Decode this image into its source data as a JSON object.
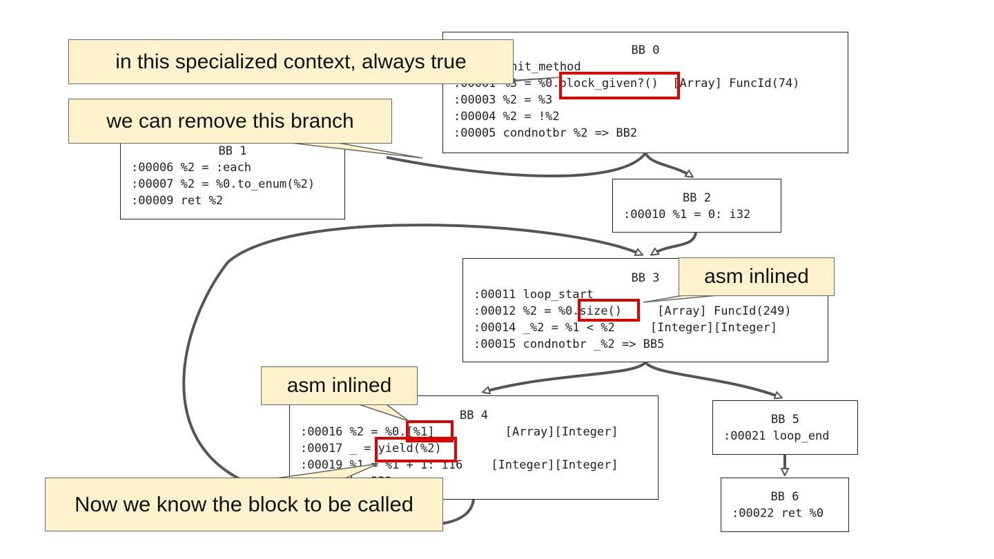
{
  "blocks": {
    "bb0": {
      "title": "BB 0",
      "lines": [
        "init_method",
        ":00001 %3 = %0.block_given?()  [Array] FuncId(74)",
        ":00003 %2 = %3",
        ":00004 %2 = !%2",
        ":00005 condnotbr %2 => BB2"
      ]
    },
    "bb1": {
      "title": "BB 1",
      "lines": [
        ":00006 %2 = :each",
        ":00007 %2 = %0.to_enum(%2)",
        ":00009 ret %2"
      ]
    },
    "bb2": {
      "title": "BB 2",
      "lines": [
        ":00010 %1 = 0: i32"
      ]
    },
    "bb3": {
      "title": "BB 3",
      "lines": [
        ":00011 loop_start",
        ":00012 %2 = %0.size()     [Array] FuncId(249)",
        ":00014 _%2 = %1 < %2     [Integer][Integer]",
        ":00015 condnotbr _%2 => BB5"
      ]
    },
    "bb4": {
      "title": "BB 4",
      "lines": [
        ":00016 %2 = %0.[%1]          [Array][Integer]",
        ":00017 _ = yield(%2)",
        ":00019 %1 = %1 + 1: i16    [Integer][Integer]",
        "       br BB3"
      ]
    },
    "bb5": {
      "title": "BB 5",
      "lines": [
        ":00021 loop_end"
      ]
    },
    "bb6": {
      "title": "BB 6",
      "lines": [
        ":00022 ret %0"
      ]
    }
  },
  "callouts": {
    "always_true": "in this specialized context, always true",
    "remove_branch": "we can remove this branch",
    "asm_inlined_size": "asm inlined",
    "asm_inlined_index": "asm inlined",
    "block_called": "Now we know the block to be called"
  },
  "colors": {
    "highlight": "#e00000",
    "callout_fill": "#fff2cc",
    "edge": "#555555"
  }
}
